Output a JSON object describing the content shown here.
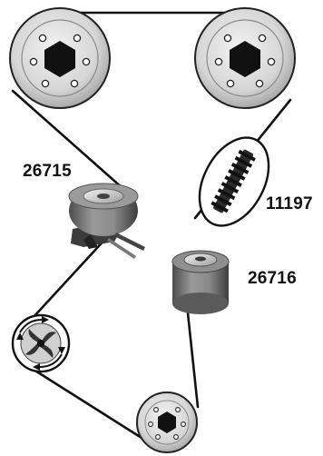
{
  "parts": {
    "tensioner": {
      "code": "26715"
    },
    "belt": {
      "code": "11197"
    },
    "idler": {
      "code": "26716"
    }
  },
  "components": [
    {
      "name": "camshaft-pulley-left",
      "icon": "pulley-icon"
    },
    {
      "name": "camshaft-pulley-right",
      "icon": "pulley-icon"
    },
    {
      "name": "tensioner-pulley",
      "icon": "tensioner-icon"
    },
    {
      "name": "timing-belt-sample",
      "icon": "belt-icon"
    },
    {
      "name": "idler-pulley",
      "icon": "idler-icon"
    },
    {
      "name": "water-pump",
      "icon": "water-pump-icon"
    },
    {
      "name": "crankshaft-pulley",
      "icon": "pulley-icon"
    }
  ],
  "colors": {
    "belt_line": "#111111",
    "pulley_face": "#d9d9d9",
    "roller_body": "#7a7a7a",
    "hub": "#111111"
  }
}
